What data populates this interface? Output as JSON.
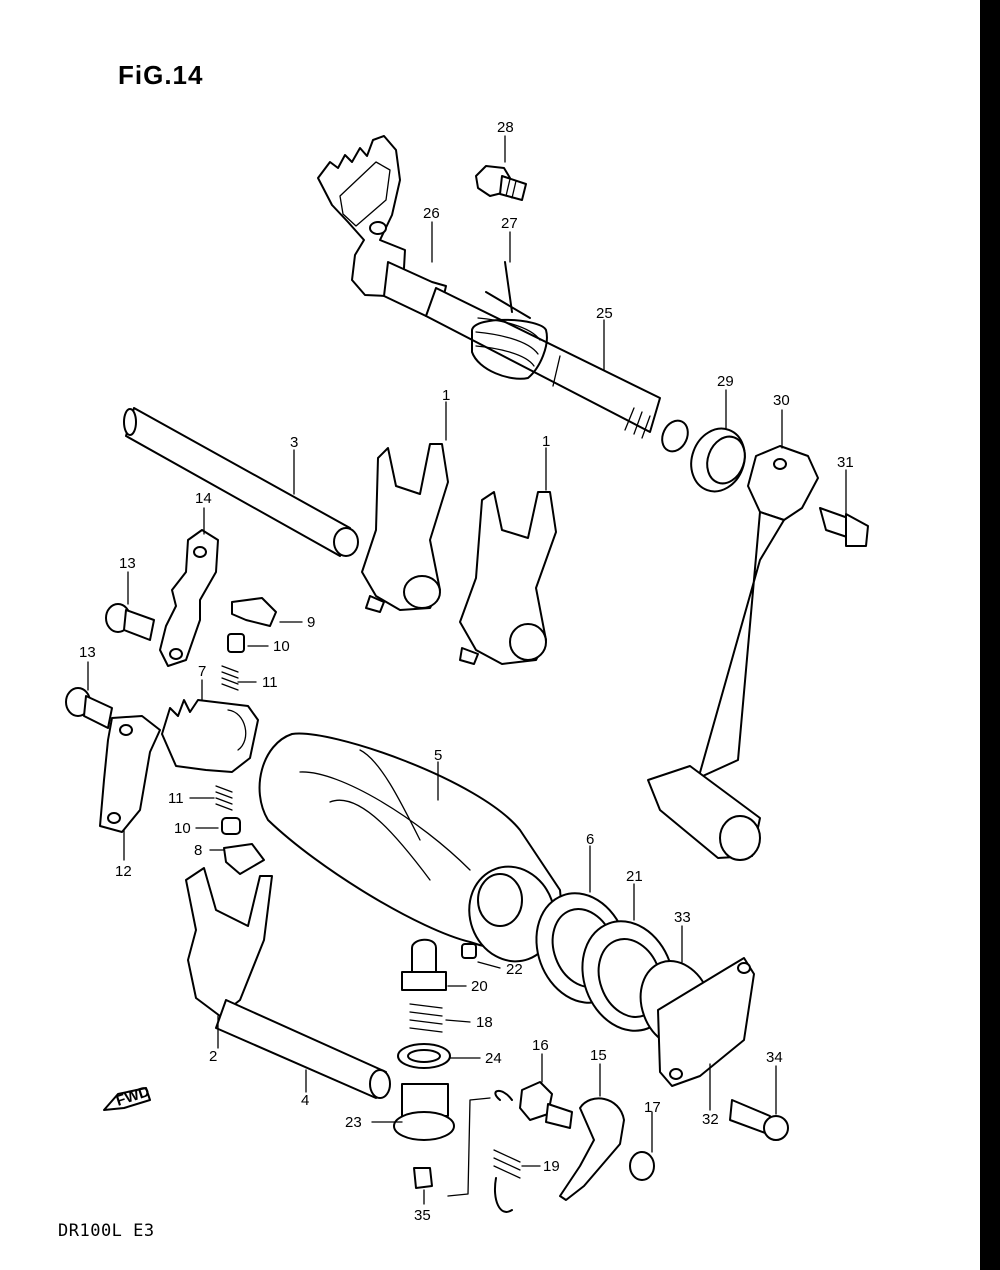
{
  "figure": {
    "title": "FiG.14",
    "model": "DR100L  E3",
    "fwd_label": "FWD"
  },
  "callouts": [
    {
      "id": "c28",
      "number": "28"
    },
    {
      "id": "c26",
      "number": "26"
    },
    {
      "id": "c27",
      "number": "27"
    },
    {
      "id": "c25",
      "number": "25"
    },
    {
      "id": "c29",
      "number": "29"
    },
    {
      "id": "c30",
      "number": "30"
    },
    {
      "id": "c31",
      "number": "31"
    },
    {
      "id": "c1a",
      "number": "1"
    },
    {
      "id": "c1b",
      "number": "1"
    },
    {
      "id": "c3",
      "number": "3"
    },
    {
      "id": "c14",
      "number": "14"
    },
    {
      "id": "c13a",
      "number": "13"
    },
    {
      "id": "c9",
      "number": "9"
    },
    {
      "id": "c10a",
      "number": "10"
    },
    {
      "id": "c13b",
      "number": "13"
    },
    {
      "id": "c7",
      "number": "7"
    },
    {
      "id": "c11a",
      "number": "11"
    },
    {
      "id": "c5",
      "number": "5"
    },
    {
      "id": "c11b",
      "number": "11"
    },
    {
      "id": "c10b",
      "number": "10"
    },
    {
      "id": "c12",
      "number": "12"
    },
    {
      "id": "c8",
      "number": "8"
    },
    {
      "id": "c6",
      "number": "6"
    },
    {
      "id": "c21",
      "number": "21"
    },
    {
      "id": "c33",
      "number": "33"
    },
    {
      "id": "c22",
      "number": "22"
    },
    {
      "id": "c20",
      "number": "20"
    },
    {
      "id": "c18",
      "number": "18"
    },
    {
      "id": "c2",
      "number": "2"
    },
    {
      "id": "c24",
      "number": "24"
    },
    {
      "id": "c16",
      "number": "16"
    },
    {
      "id": "c15",
      "number": "15"
    },
    {
      "id": "c34",
      "number": "34"
    },
    {
      "id": "c4",
      "number": "4"
    },
    {
      "id": "c23",
      "number": "23"
    },
    {
      "id": "c17",
      "number": "17"
    },
    {
      "id": "c32",
      "number": "32"
    },
    {
      "id": "c19",
      "number": "19"
    },
    {
      "id": "c35",
      "number": "35"
    }
  ]
}
